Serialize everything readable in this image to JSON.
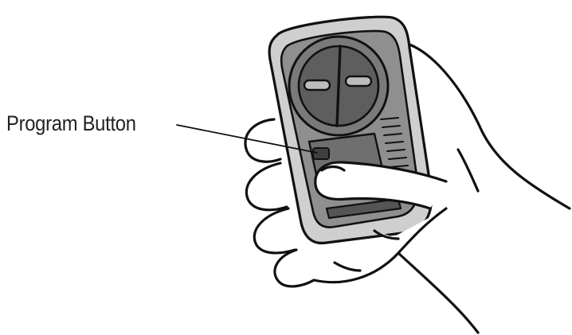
{
  "callout": {
    "label": "Program Button"
  },
  "colors": {
    "outline": "#111111",
    "remote_body": "#c9c9c9",
    "remote_face": "#8a8a8a",
    "button_dark": "#6b6b6b",
    "background": "#ffffff"
  },
  "icons": [
    "hand-illustration",
    "remote-control-illustration",
    "leader-line"
  ]
}
